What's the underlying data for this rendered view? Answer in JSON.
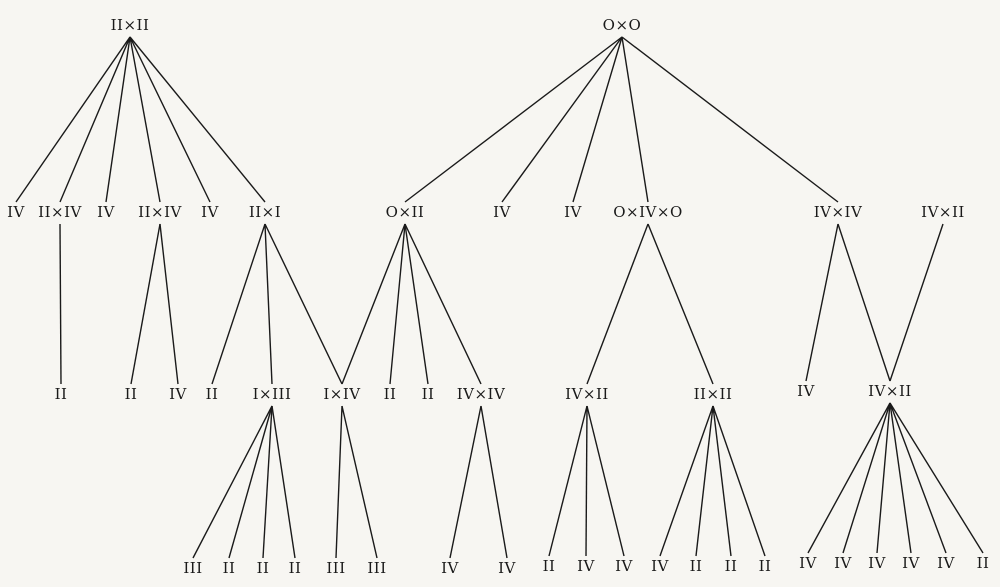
{
  "nodes": {
    "root_a": "II×II",
    "root_b": "O×O",
    "a1": "IV",
    "a2": "II×IV",
    "a3": "IV",
    "a4": "II×IV",
    "a5": "IV",
    "a6": "II×I",
    "b1": "O×II",
    "b2": "IV",
    "b3": "IV",
    "b4": "O×IV×O",
    "b5": "IV×IV",
    "b6": "IV×II",
    "a2c1": "II",
    "a4c1": "II",
    "a4c2": "IV",
    "a6c1": "II",
    "a6c2": "I×III",
    "a6c3": "I×IV",
    "b1c1": "II",
    "b1c2": "II",
    "b1c3": "IV×IV",
    "b4c1": "IV×II",
    "b4c2": "II×II",
    "b5c1": "IV",
    "b6c1": "IV×II",
    "a6c2c1": "III",
    "a6c2c2": "II",
    "a6c2c3": "II",
    "a6c2c4": "II",
    "a6c3c1": "III",
    "a6c3c2": "III",
    "b1c3c1": "IV",
    "b1c3c2": "IV",
    "b4c1c1": "II",
    "b4c1c2": "IV",
    "b4c1c3": "IV",
    "b4c2c1": "IV",
    "b4c2c2": "II",
    "b4c2c3": "II",
    "b4c2c4": "II",
    "b6c1c1": "IV",
    "b6c1c2": "IV",
    "b6c1c3": "IV",
    "b6c1c4": "IV",
    "b6c1c5": "IV",
    "b6c1c6": "II"
  }
}
